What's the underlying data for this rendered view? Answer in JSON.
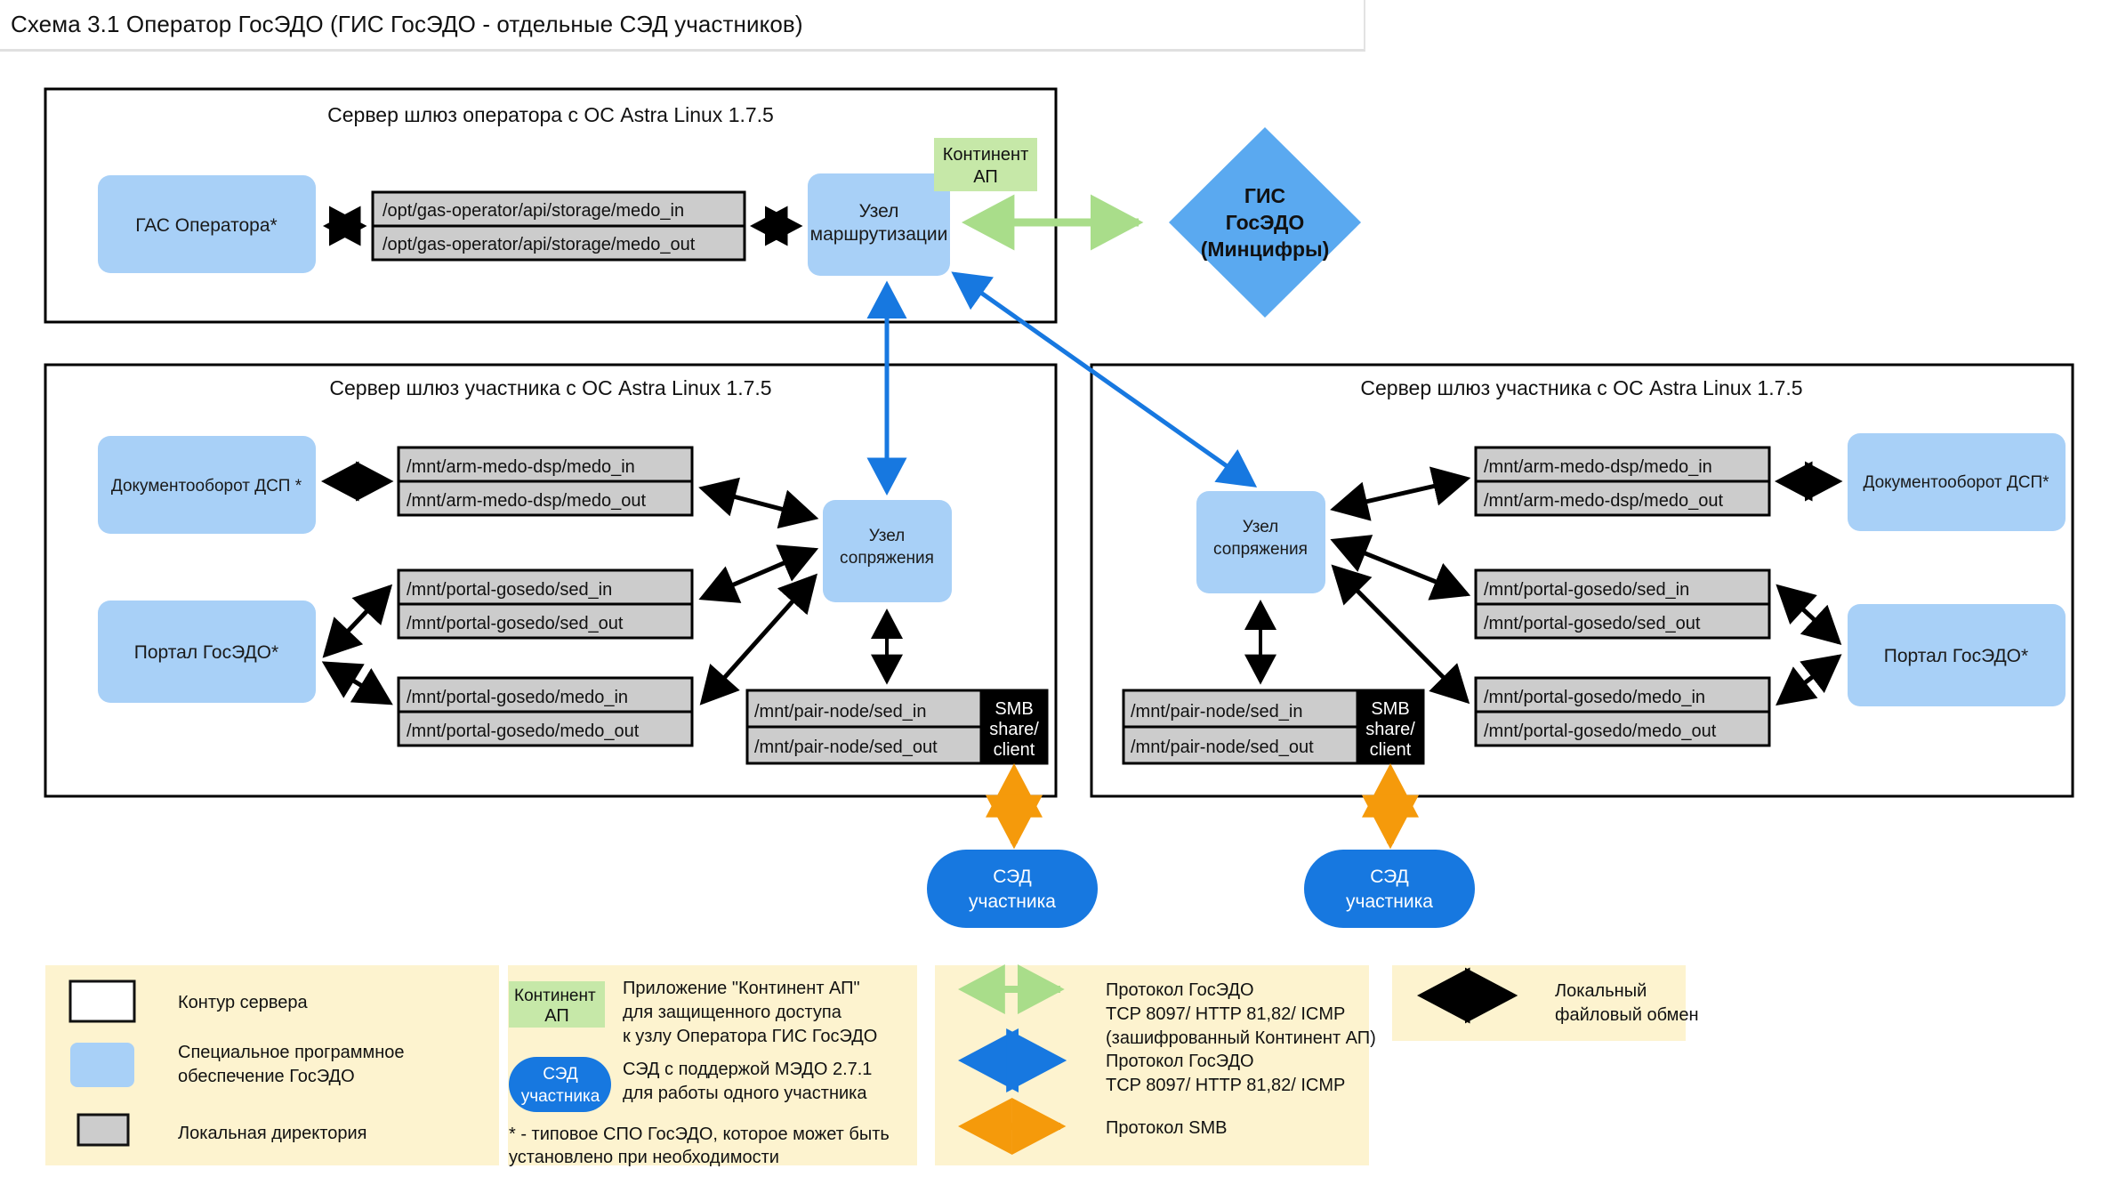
{
  "title": "Схема 3.1 Оператор ГосЭДО (ГИС ГосЭДО - отдельные СЭД участников)",
  "servers": {
    "operator": {
      "title": "Сервер шлюз оператора с ОС Astra Linux 1.7.5"
    },
    "participant_left": {
      "title": "Сервер шлюз участника с ОС Astra Linux 1.7.5"
    },
    "participant_right": {
      "title": "Сервер шлюз участника с ОС Astra Linux 1.7.5"
    }
  },
  "nodes": {
    "gas_operator": "ГАС Оператора*",
    "routing_node": {
      "line1": "Узел",
      "line2": "маршрутизации"
    },
    "kontinent_ap": {
      "line1": "Континент",
      "line2": "АП"
    },
    "gis_gosedo": {
      "line1": "ГИС",
      "line2": "ГосЭДО",
      "line3": "(Минцифры)"
    },
    "docflow_dsp_left": "Документооборот ДСП *",
    "portal_gosedo_left": "Портал ГосЭДО*",
    "pair_node_left": {
      "line1": "Узел",
      "line2": "сопряжения"
    },
    "pair_node_right": {
      "line1": "Узел",
      "line2": "сопряжения"
    },
    "docflow_dsp_right": "Документооборот ДСП*",
    "portal_gosedo_right": "Портал ГосЭДО*",
    "sed_left": {
      "line1": "СЭД",
      "line2": "участника"
    },
    "sed_right": {
      "line1": "СЭД",
      "line2": "участника"
    },
    "smb_left": {
      "line1": "SMB",
      "line2": "share/",
      "line3": "client"
    },
    "smb_right": {
      "line1": "SMB",
      "line2": "share/",
      "line3": "client"
    }
  },
  "directories": {
    "operator_medo": [
      "/opt/gas-operator/api/storage/medo_in",
      "/opt/gas-operator/api/storage/medo_out"
    ],
    "left_arm_medo": [
      "/mnt/arm-medo-dsp/medo_in",
      "/mnt/arm-medo-dsp/medo_out"
    ],
    "left_portal_sed": [
      "/mnt/portal-gosedo/sed_in",
      "/mnt/portal-gosedo/sed_out"
    ],
    "left_portal_medo": [
      "/mnt/portal-gosedo/medo_in",
      "/mnt/portal-gosedo/medo_out"
    ],
    "left_pair_node": [
      "/mnt/pair-node/sed_in",
      "/mnt/pair-node/sed_out"
    ],
    "right_pair_node": [
      "/mnt/pair-node/sed_in",
      "/mnt/pair-node/sed_out"
    ],
    "right_arm_medo": [
      "/mnt/arm-medo-dsp/medo_in",
      "/mnt/arm-medo-dsp/medo_out"
    ],
    "right_portal_sed": [
      "/mnt/portal-gosedo/sed_in",
      "/mnt/portal-gosedo/sed_out"
    ],
    "right_portal_medo": [
      "/mnt/portal-gosedo/medo_in",
      "/mnt/portal-gosedo/medo_out"
    ]
  },
  "legend": {
    "panel1": [
      {
        "key": "server-outline",
        "label": "Контур сервера"
      },
      {
        "key": "special-software",
        "label_line1": "Специальное программное",
        "label_line2": "обеспечение ГосЭДО"
      },
      {
        "key": "local-directory",
        "label": "Локальная директория"
      }
    ],
    "panel2": {
      "kontinent": {
        "chip_line1": "Континент",
        "chip_line2": "АП",
        "desc_line1": "Приложение \"Континент АП\"",
        "desc_line2": "для защищенного доступа",
        "desc_line3": "к узлу Оператора ГИС ГосЭДО"
      },
      "sed": {
        "chip_line1": "СЭД",
        "chip_line2": "участника",
        "desc_line1": "СЭД с поддержой МЭДО 2.7.1",
        "desc_line2": "для работы одного участника"
      },
      "footnote_line1": "* - типовое СПО ГосЭДО, которое может быть",
      "footnote_line2": "установлено при необходимости"
    },
    "panel3": [
      {
        "key": "protocol-gosedo-encrypted",
        "color": "#a9dd8a",
        "line1": "Протокол ГосЭДО",
        "line2": "TCP 8097/ HTTP 81,82/ ICMP",
        "line3": "(зашифрованный Континент АП)"
      },
      {
        "key": "protocol-gosedo",
        "color": "#1778e0",
        "line1": "Протокол ГосЭДО",
        "line2": "TCP 8097/ HTTP 81,82/ ICMP",
        "line3": ""
      },
      {
        "key": "protocol-smb",
        "color": "#f59a0b",
        "line1": "Протокол SMB",
        "line2": "",
        "line3": ""
      }
    ],
    "panel4": {
      "key": "local-file-exchange",
      "color": "#000000",
      "line1": "Локальный",
      "line2": "файловый обмен"
    }
  },
  "colors": {
    "software_blue": "#a8d0f7",
    "gis_blue": "#5aa9f0",
    "sed_blue": "#1778e0",
    "green_chip": "#c6e8a8",
    "dir_gray": "#cccccc",
    "legend_bg": "#fdf3cf",
    "arrow_black": "#000000",
    "arrow_blue": "#1778e0",
    "arrow_green": "#a9dd8a",
    "arrow_orange": "#f59a0b"
  }
}
